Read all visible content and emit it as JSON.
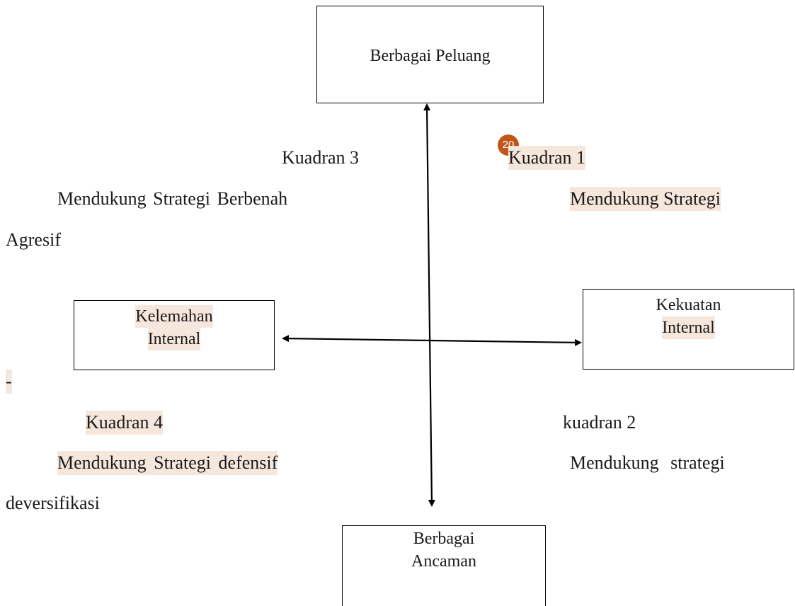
{
  "boxes": {
    "top": "Berbagai Peluang",
    "left_line1": "Kelemahan",
    "left_line2": "Internal",
    "right_line1": "Kekuatan",
    "right_line2": "Internal",
    "bottom_line1": "Berbagai",
    "bottom_line2": "Ancaman"
  },
  "quadrants": {
    "q3_title": "Kuadran 3",
    "q3_line": "Mendukung Strategi Berbenah",
    "q3_wrap": "Agresif",
    "q1_title": "Kuadran 1",
    "q1_line": "Mendukung Strategi",
    "q4_title": "Kuadran 4",
    "q4_line": "Mendukung Strategi defensif",
    "q4_wrap": "deversifikasi",
    "q2_title": "kuadran 2",
    "q2_line": "Mendukung strategi"
  },
  "misc": {
    "dash": "-",
    "comment_badge": "20"
  }
}
